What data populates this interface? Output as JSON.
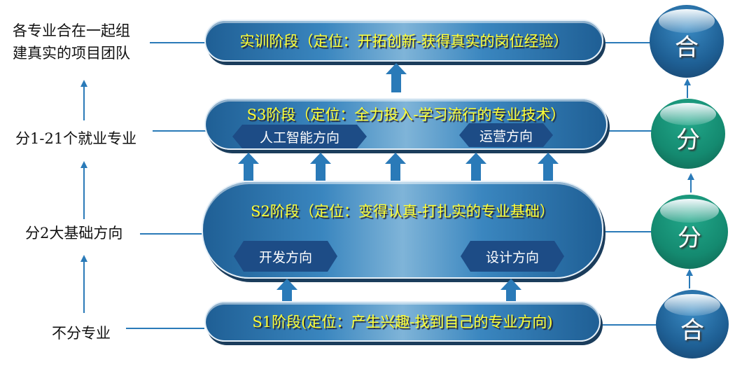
{
  "left_labels": {
    "top_line1": "各专业合在一起组",
    "top_line2": "建真实的项目团队",
    "s3": "分1-21个就业专业",
    "s2": "分2大基础方向",
    "s1": "不分专业"
  },
  "stages": {
    "practice": {
      "title": "实训阶段（定位：开拓创新-获得真实的岗位经验）"
    },
    "s3": {
      "title": "S3阶段（定位：全力投入-学习流行的专业技术）",
      "tags": [
        "人工智能方向",
        "运营方向"
      ]
    },
    "s2": {
      "title": "S2阶段（定位：变得认真-打扎实的专业基础）",
      "tags": [
        "开发方向",
        "设计方向"
      ]
    },
    "s1": {
      "title": "S1阶段(定位：产生兴趣-找到自己的专业方向)"
    }
  },
  "orbs": [
    "合",
    "分",
    "分",
    "合"
  ],
  "colors": {
    "title_text": "#ffff33",
    "blue": "#1e5f94",
    "green": "#148a70",
    "tag": "#1d4c86"
  }
}
